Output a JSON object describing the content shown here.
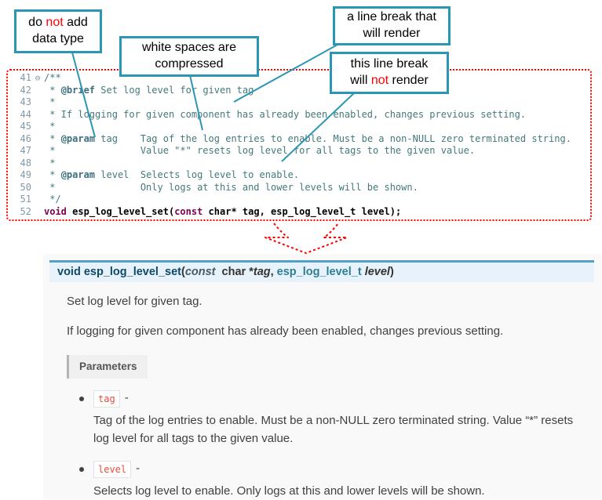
{
  "callouts": [
    {
      "parts": [
        {
          "t": "do "
        },
        {
          "t": "not",
          "red": true
        },
        {
          "t": " add data type"
        }
      ]
    },
    {
      "parts": [
        {
          "t": "white spaces are compressed"
        }
      ]
    },
    {
      "parts": [
        {
          "t": "a line break that will render"
        }
      ]
    },
    {
      "parts": [
        {
          "t": "this line break will "
        },
        {
          "t": "not",
          "red": true
        },
        {
          "t": " render"
        }
      ]
    }
  ],
  "code": {
    "lines": [
      {
        "n": "41",
        "fold": "⊖",
        "seg": [
          [
            "/**",
            "cm"
          ]
        ]
      },
      {
        "n": "42",
        "seg": [
          [
            " * ",
            "cm"
          ],
          [
            "@brief",
            "tg"
          ],
          [
            " Set log level for given tag",
            "cm"
          ]
        ]
      },
      {
        "n": "43",
        "seg": [
          [
            " *",
            "cm"
          ]
        ]
      },
      {
        "n": "44",
        "seg": [
          [
            " * If logging for given component has already been enabled, changes previous setting.",
            "cm"
          ]
        ]
      },
      {
        "n": "45",
        "seg": [
          [
            " *",
            "cm"
          ]
        ]
      },
      {
        "n": "46",
        "seg": [
          [
            " * ",
            "cm"
          ],
          [
            "@param",
            "tg"
          ],
          [
            " tag    Tag of the log entries to enable. Must be a non-NULL zero terminated string.",
            "cm"
          ]
        ]
      },
      {
        "n": "47",
        "seg": [
          [
            " *               Value \"*\" resets log level for all tags to the given value.",
            "cm"
          ]
        ]
      },
      {
        "n": "48",
        "seg": [
          [
            " *",
            "cm"
          ]
        ]
      },
      {
        "n": "49",
        "seg": [
          [
            " * ",
            "cm"
          ],
          [
            "@param",
            "tg"
          ],
          [
            " level  Selects log level to enable.",
            "cm"
          ]
        ]
      },
      {
        "n": "50",
        "seg": [
          [
            " *               Only logs at this and lower levels will be shown.",
            "cm"
          ]
        ]
      },
      {
        "n": "51",
        "seg": [
          [
            " */",
            "cm"
          ]
        ]
      },
      {
        "n": "52",
        "seg": [
          [
            "void",
            "kw"
          ],
          [
            " ",
            "pl"
          ],
          [
            "esp_log_level_set",
            "fn"
          ],
          [
            "(",
            "pl"
          ],
          [
            "const",
            "kw"
          ],
          [
            " char* tag, esp_log_level_t level);",
            "pl"
          ]
        ]
      }
    ]
  },
  "docs": {
    "signature": {
      "seg": [
        [
          "void ",
          "kw"
        ],
        [
          "esp_log_level_set",
          "name"
        ],
        [
          "(",
          "pl"
        ],
        [
          "const",
          "const"
        ],
        [
          "  char *",
          "pl"
        ],
        [
          "tag",
          "param"
        ],
        [
          ", ",
          "pl"
        ],
        [
          "esp_log_level_t ",
          "type"
        ],
        [
          "level",
          "param"
        ],
        [
          ")",
          "pl"
        ]
      ]
    },
    "p1": "Set log level for given tag.",
    "p2": "If logging for given component has already been enabled, changes previous setting.",
    "params_label": "Parameters",
    "params": [
      {
        "name": "tag",
        "dash": "-",
        "desc": "Tag of the log entries to enable. Must be a non-NULL zero terminated string. Value “*” resets log level for all tags to the given value."
      },
      {
        "name": "level",
        "dash": "-",
        "desc": "Selects log level to enable. Only logs at this and lower levels will be shown."
      }
    ]
  },
  "colors": {
    "callout_border": "#2b96b4",
    "annotation_red": "#ff0000",
    "comment_teal": "#44797a",
    "keyword_purple": "#7f0055",
    "signature_bg": "#e7f2fa",
    "signature_border": "#549fc4",
    "param_chip_red": "#e74c3c"
  }
}
